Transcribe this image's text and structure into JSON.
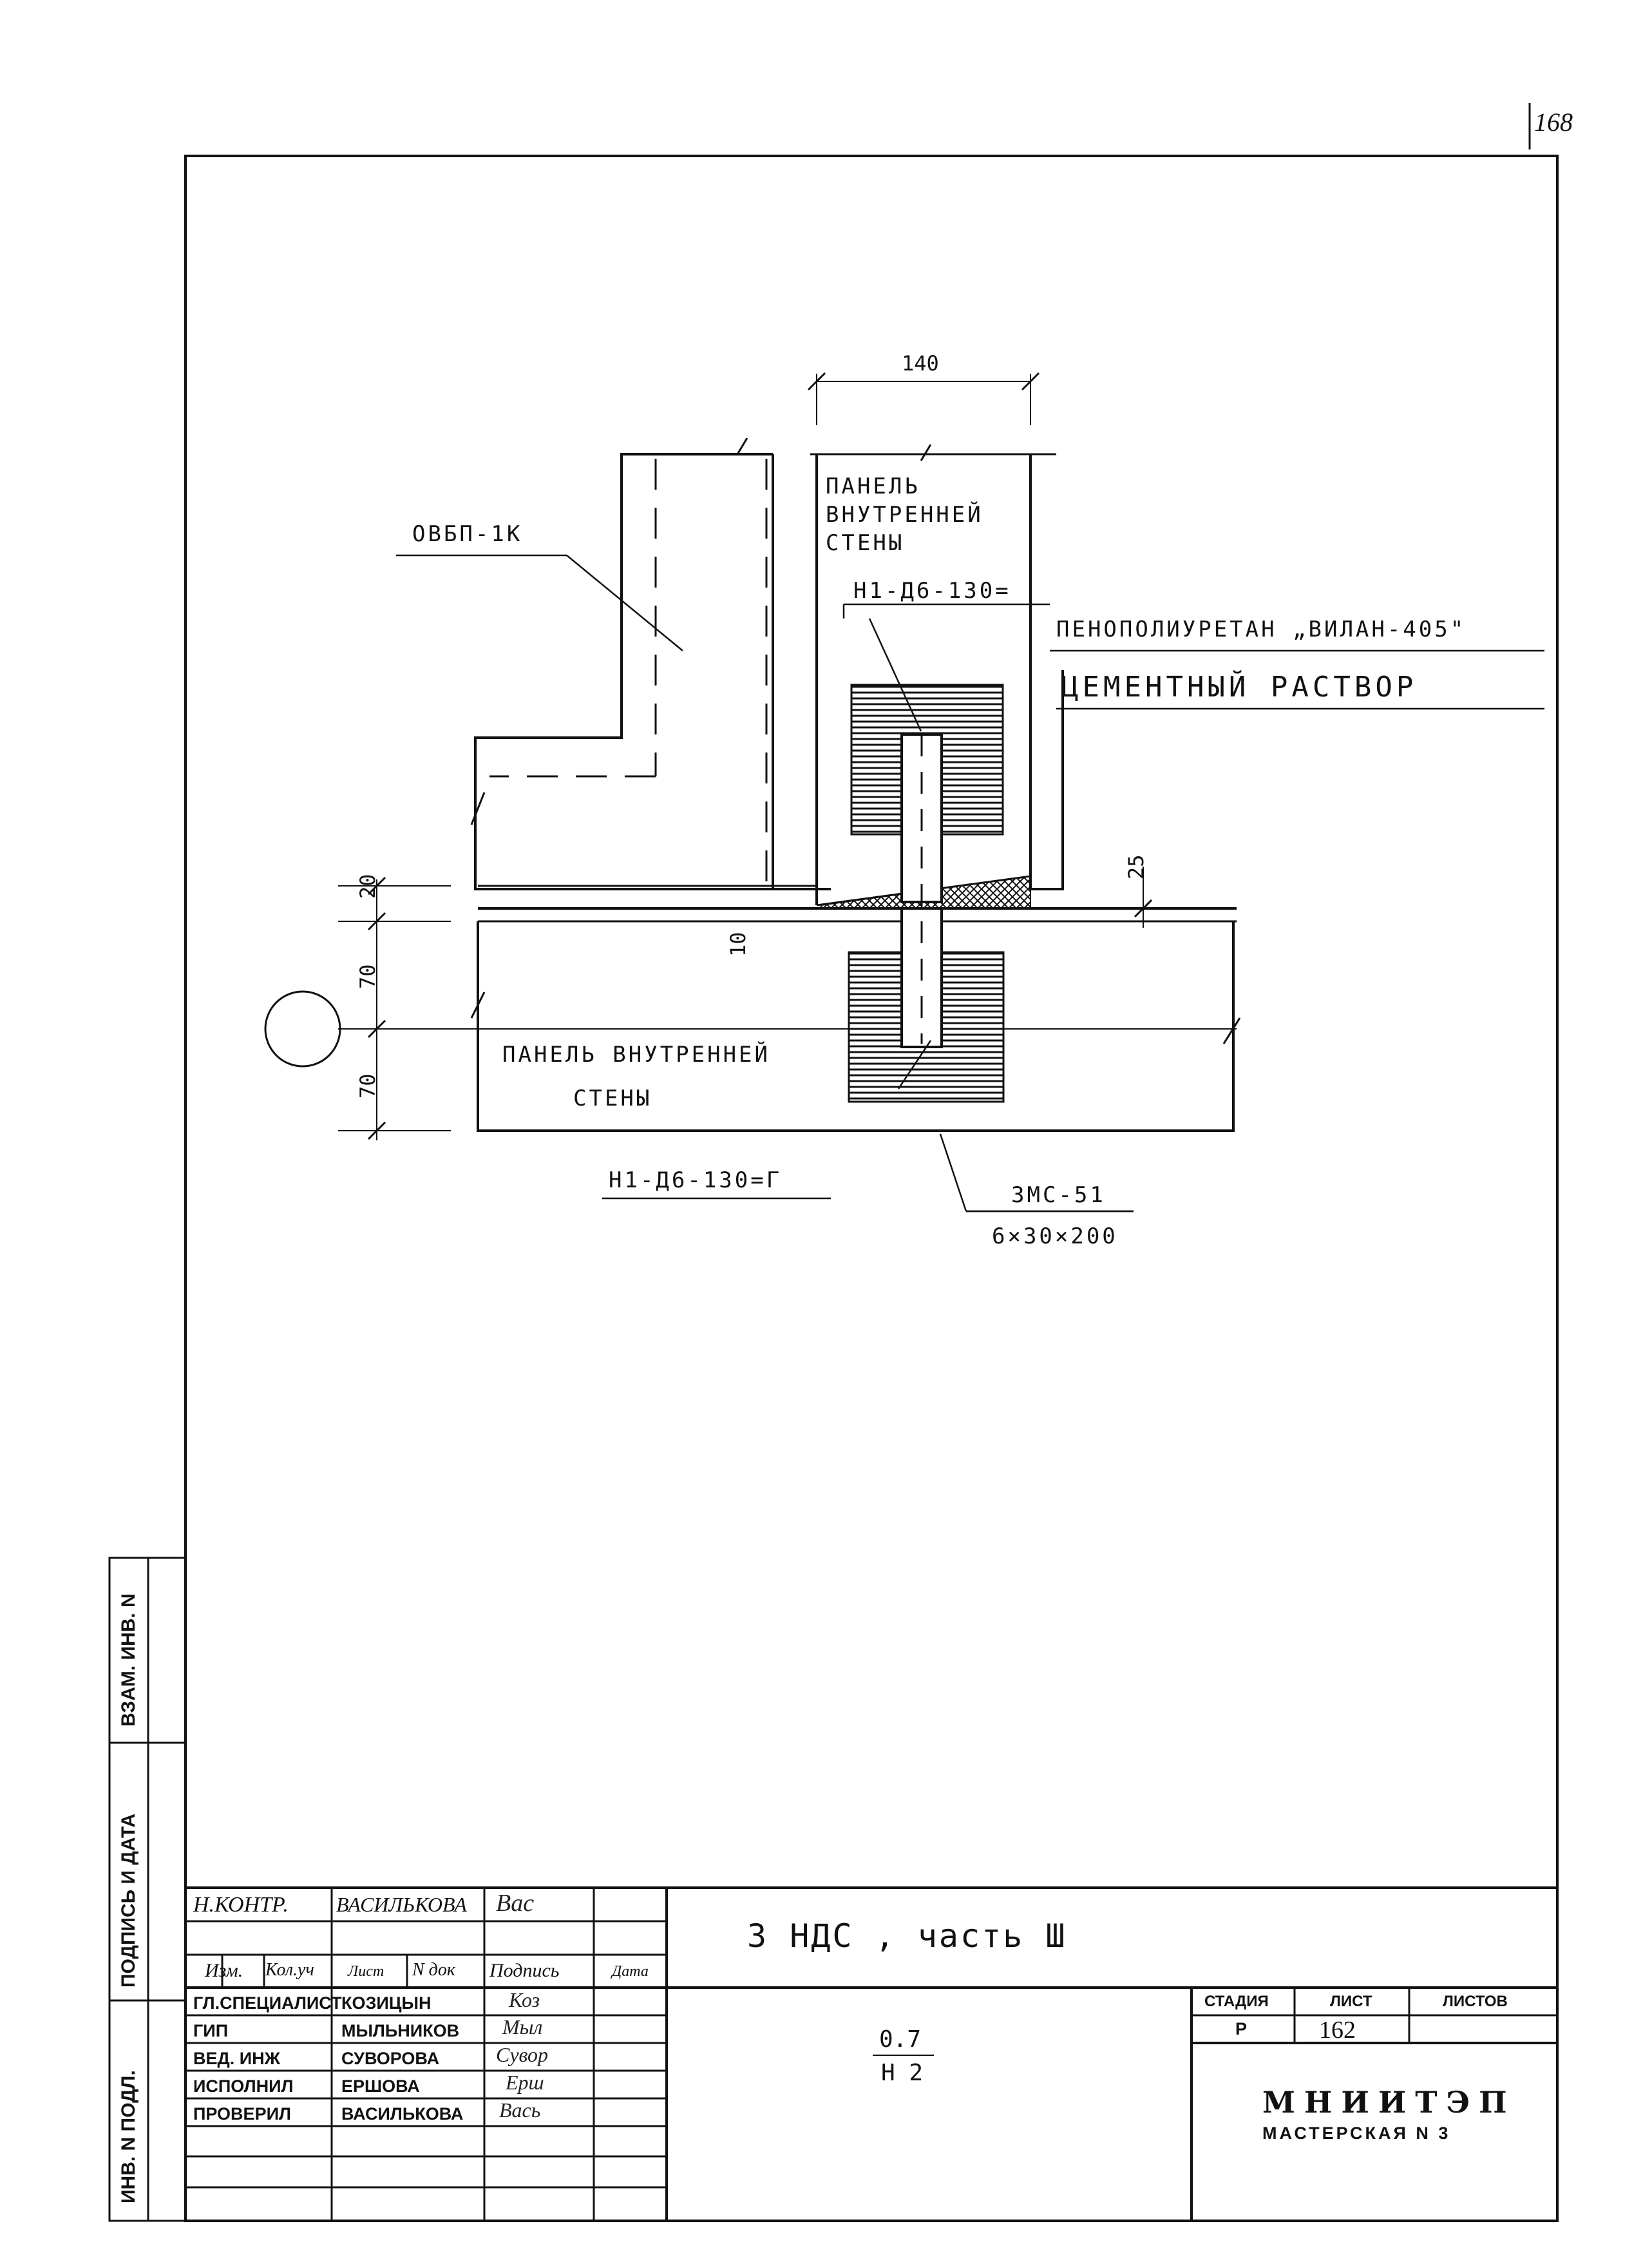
{
  "sheet_corner_number": "168",
  "dimensions": {
    "panel_width": "140",
    "top_gap": "20",
    "upper_half": "70",
    "lower_half": "70",
    "joint": "10",
    "offset": "25"
  },
  "labels": {
    "slab": "ОВБП-1К",
    "panel_upper": [
      "ПАНЕЛЬ",
      "ВНУТРЕННЕЙ",
      "СТЕНЫ"
    ],
    "embed_upper": "Н1-Д6-130=",
    "foam": "ПЕНОПОЛИУРЕТАН „ВИЛАН-405\"",
    "mortar": "ЦЕМЕНТНЫЙ РАСТВОР",
    "panel_lower_line1": "ПАНЕЛЬ ВНУТРЕННЕЙ",
    "panel_lower_line2": "СТЕНЫ",
    "embed_lower": "Н1-Д6-130=Г",
    "plate_code": "ЗМС-51",
    "plate_size": "6×30×200"
  },
  "side_stamps": {
    "inv_sub": "ВЗАМ. ИНВ. N",
    "sign_date": "ПОДПИСЬ И ДАТА",
    "inv_orig": "ИНВ. N ПОДЛ."
  },
  "title_block": {
    "norm_control_role": "Н.КОНТР.",
    "norm_control_name": "ВАСИЛЬКОВА",
    "header": [
      "Изм.",
      "Кол.уч",
      "Лист",
      "N док",
      "Подпись",
      "Дата"
    ],
    "rows": [
      {
        "role": "ГЛ.СПЕЦИАЛИСТ",
        "name": "КОЗИЦЫН",
        "sign": "Коз"
      },
      {
        "role": "ГИП",
        "name": "МЫЛЬНИКОВ",
        "sign": "Мыл"
      },
      {
        "role": "ВЕД. ИНЖ",
        "name": "СУВОРОВА",
        "sign": "Сувор"
      },
      {
        "role": "ИСПОЛНИЛ",
        "name": "ЕРШОВА",
        "sign": "Ерш"
      },
      {
        "role": "ПРОВЕРИЛ",
        "name": "ВАСИЛЬКОВА",
        "sign": "Вась"
      }
    ],
    "norm_control_sign": "Вас",
    "project_title": "З НДС , часть Ш",
    "detail_top": "0.7",
    "detail_bottom": "Н 2",
    "stage_label": "СТАДИЯ",
    "sheet_label": "ЛИСТ",
    "sheets_label": "ЛИСТОВ",
    "stage_value": "Р",
    "sheet_value": "162",
    "sheets_value": "",
    "org_name": "МНИИТЭП",
    "org_workshop": "МАСТЕРСКАЯ N 3"
  }
}
